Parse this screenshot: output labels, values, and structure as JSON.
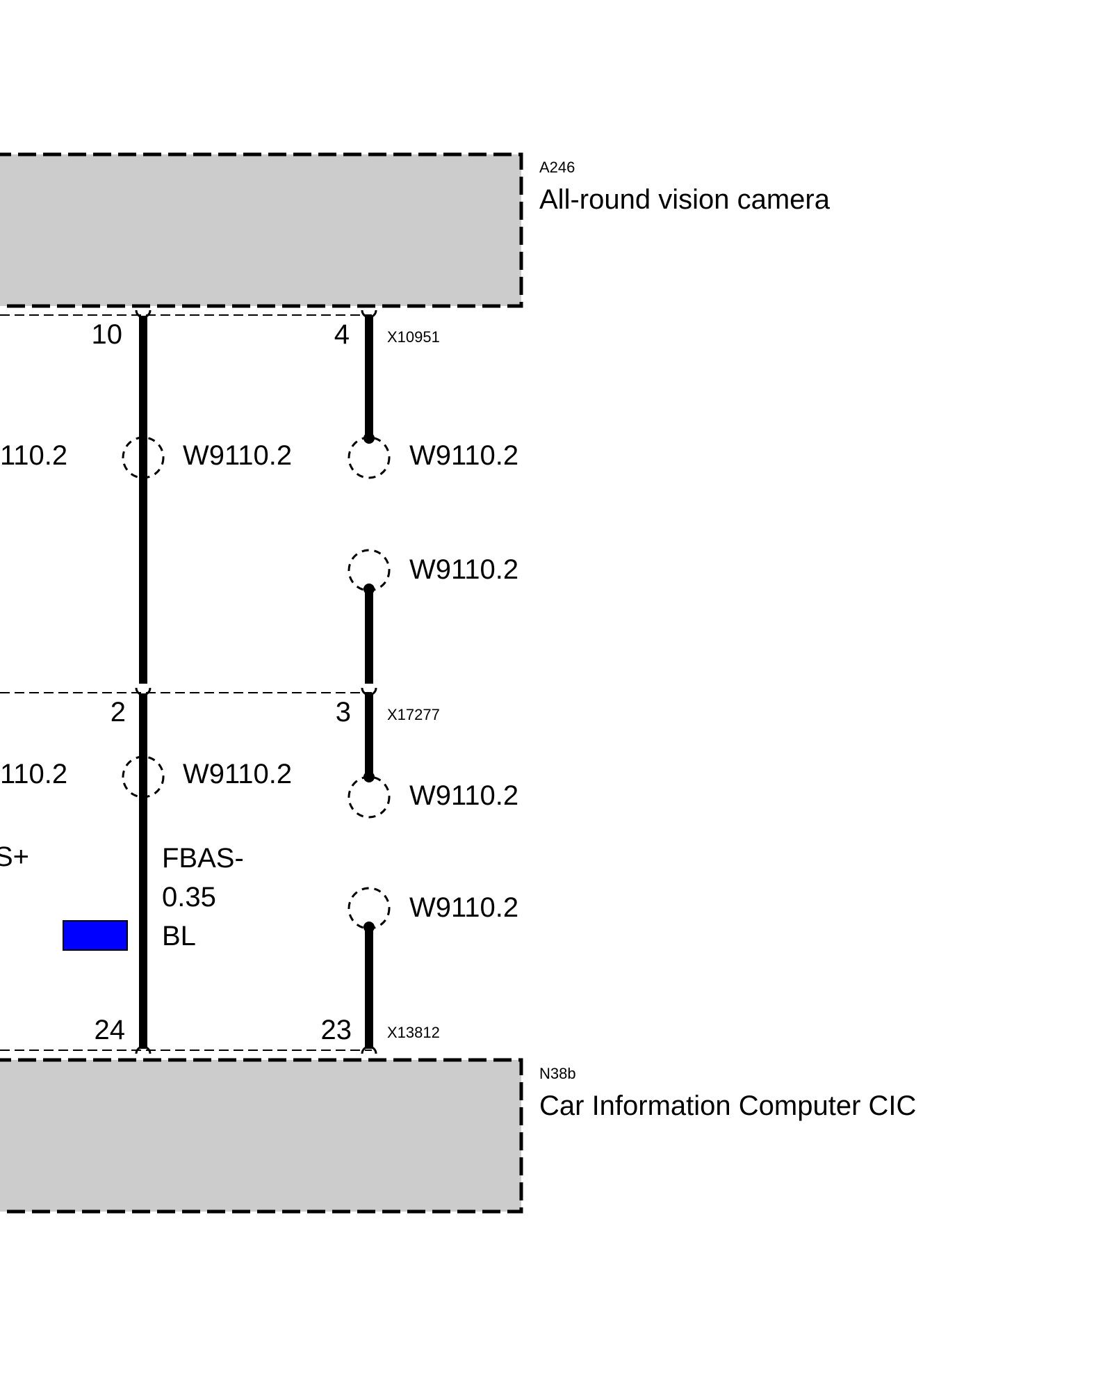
{
  "components": {
    "top": {
      "id": "A246",
      "name": "All-round vision camera"
    },
    "bottom": {
      "id": "N38b",
      "name": "Car Information Computer CIC"
    }
  },
  "connectors": {
    "top": {
      "id": "X10951",
      "pin_left": "10",
      "pin_right": "4"
    },
    "middle": {
      "id": "X17277",
      "pin_left": "2",
      "pin_right": "3"
    },
    "bottom": {
      "id": "X13812",
      "pin_left": "24",
      "pin_right": "23"
    }
  },
  "shields": {
    "cut_left_upper": "110.2",
    "cut_left_lower": "110.2",
    "left_upper": "W9110.2",
    "left_lower": "W9110.2",
    "right_1": "W9110.2",
    "right_2": "W9110.2",
    "right_3": "W9110.2",
    "right_4": "W9110.2"
  },
  "wires": {
    "left_cut_signal": "S+",
    "center": {
      "signal": "FBAS-",
      "size": "0.35",
      "color_code": "BL"
    }
  },
  "colors": {
    "module_fill": "#cccccc",
    "wire_color_swatch": "#0000ff",
    "line": "#000000"
  }
}
